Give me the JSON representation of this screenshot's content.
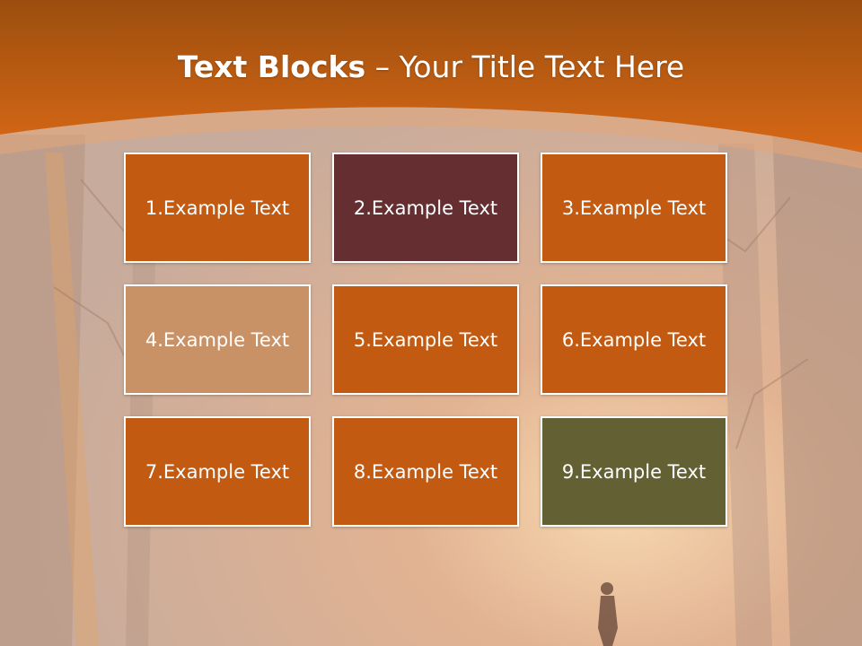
{
  "title": {
    "bold": "Text Blocks",
    "dash": " – ",
    "rest": "Your Title Text Here"
  },
  "colors": {
    "header": "#cf6213",
    "block_default": "#c25a12",
    "block_dark": "#652e31",
    "block_light": "#c99166",
    "block_olive": "#636034"
  },
  "blocks": [
    {
      "label": "1.Example Text",
      "color": "#c25a12"
    },
    {
      "label": "2.Example Text",
      "color": "#652e31"
    },
    {
      "label": "3.Example Text",
      "color": "#c25a12"
    },
    {
      "label": "4.Example Text",
      "color": "#c99166"
    },
    {
      "label": "5.Example Text",
      "color": "#c25a12"
    },
    {
      "label": "6.Example Text",
      "color": "#c25a12"
    },
    {
      "label": "7.Example Text",
      "color": "#c25a12"
    },
    {
      "label": "8.Example Text",
      "color": "#c25a12"
    },
    {
      "label": "9.Example Text",
      "color": "#636034"
    }
  ]
}
